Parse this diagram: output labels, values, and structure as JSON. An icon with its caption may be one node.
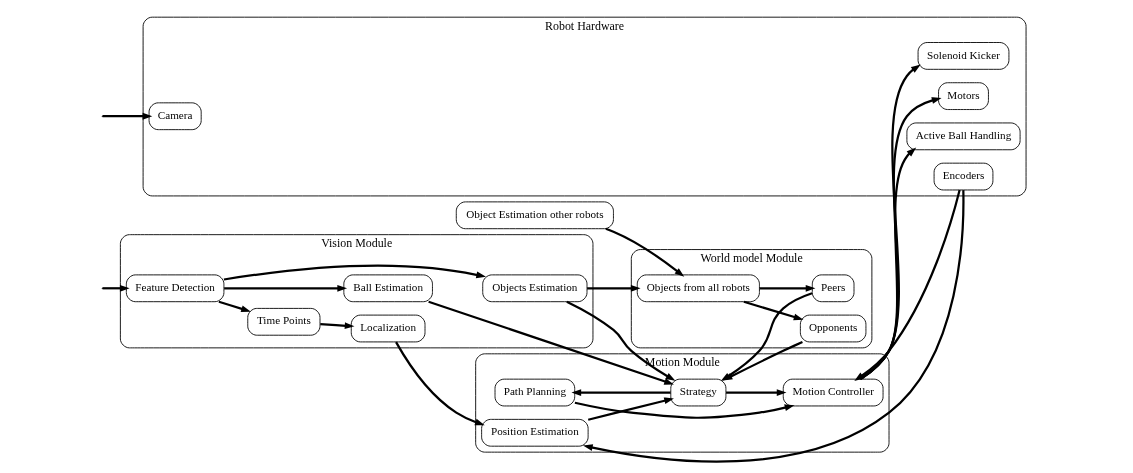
{
  "diagram": {
    "nodes": [
      {
        "text": [
          "Vision Module"
        ]
      },
      {
        "text": [
          "Feature Detection"
        ],
        "in": 0
      },
      {
        "text": [
          "Time Points"
        ],
        "in": 0
      },
      {
        "text": [
          "Localization"
        ],
        "in": 0
      },
      {
        "text": [
          "Ball Estimation"
        ],
        "in": 0
      },
      {
        "text": [
          "Objects Estimation"
        ],
        "in": 0
      },
      {
        "text": [
          "Motion Module"
        ]
      },
      {
        "text": [
          "Position Estimation"
        ],
        "in": 6
      },
      {
        "text": [
          "Path Planning"
        ],
        "in": 6
      },
      {
        "text": [
          "Strategy"
        ],
        "in": 6
      },
      {
        "text": [
          "Motion Controller"
        ],
        "in": 6
      },
      {
        "text": [
          "Robot Hardware"
        ]
      },
      {
        "text": [
          "Camera"
        ],
        "in": 11
      },
      {
        "text": [
          "Encoders"
        ],
        "in": 11
      },
      {
        "text": [
          "Active Ball Handling"
        ],
        "in": 11
      },
      {
        "text": [
          "Solenoid Kicker"
        ],
        "in": 11
      },
      {
        "text": [
          "Motors"
        ],
        "in": 11
      },
      {
        "text": [
          "Object Estimation other robots"
        ]
      },
      {
        "text": [
          "World model Module"
        ]
      },
      {
        "text": [
          "Objects from all robots"
        ],
        "in": 18
      },
      {
        "text": [
          "Opponents"
        ],
        "in": 18
      },
      {
        "text": [
          "Peers"
        ],
        "in": 18
      }
    ],
    "edges": [
      {
        "from": null,
        "to": 1,
        "arrow": "to"
      },
      {
        "from": 1,
        "to": 2,
        "arrow": "to"
      },
      {
        "from": 2,
        "to": 3,
        "arrow": "to"
      },
      {
        "from": 3,
        "to": 7,
        "arrow": "to"
      },
      {
        "from": 1,
        "to": 4,
        "arrow": "to"
      },
      {
        "from": 1,
        "to": 5,
        "arrow": "to"
      },
      {
        "from": 4,
        "to": 9,
        "arrow": "to"
      },
      {
        "from": 5,
        "to": 9,
        "arrow": "to"
      },
      {
        "from": 7,
        "to": 9,
        "arrow": "to"
      },
      {
        "from": 9,
        "to": 8,
        "arrow": "to"
      },
      {
        "from": 9,
        "to": 10,
        "arrow": "to"
      },
      {
        "from": 8,
        "to": 10,
        "arrow": "to"
      },
      {
        "from": 13,
        "to": 10,
        "arrow": "to"
      },
      {
        "from": 13,
        "to": 7,
        "arrow": "to"
      },
      {
        "from": 10,
        "to": 14,
        "arrow": "to"
      },
      {
        "from": 10,
        "to": 15,
        "arrow": "to"
      },
      {
        "from": 10,
        "to": 16,
        "arrow": "to"
      },
      {
        "from": null,
        "to": 12,
        "arrow": "to"
      },
      {
        "from": 5,
        "to": 19,
        "arrow": "to"
      },
      {
        "from": 17,
        "to": 19,
        "arrow": "to"
      },
      {
        "from": 19,
        "to": 20,
        "arrow": "to"
      },
      {
        "from": 19,
        "to": 21,
        "arrow": "to"
      },
      {
        "from": 20,
        "to": 9,
        "arrow": "to"
      },
      {
        "from": 21,
        "to": 9,
        "arrow": "to"
      }
    ]
  }
}
